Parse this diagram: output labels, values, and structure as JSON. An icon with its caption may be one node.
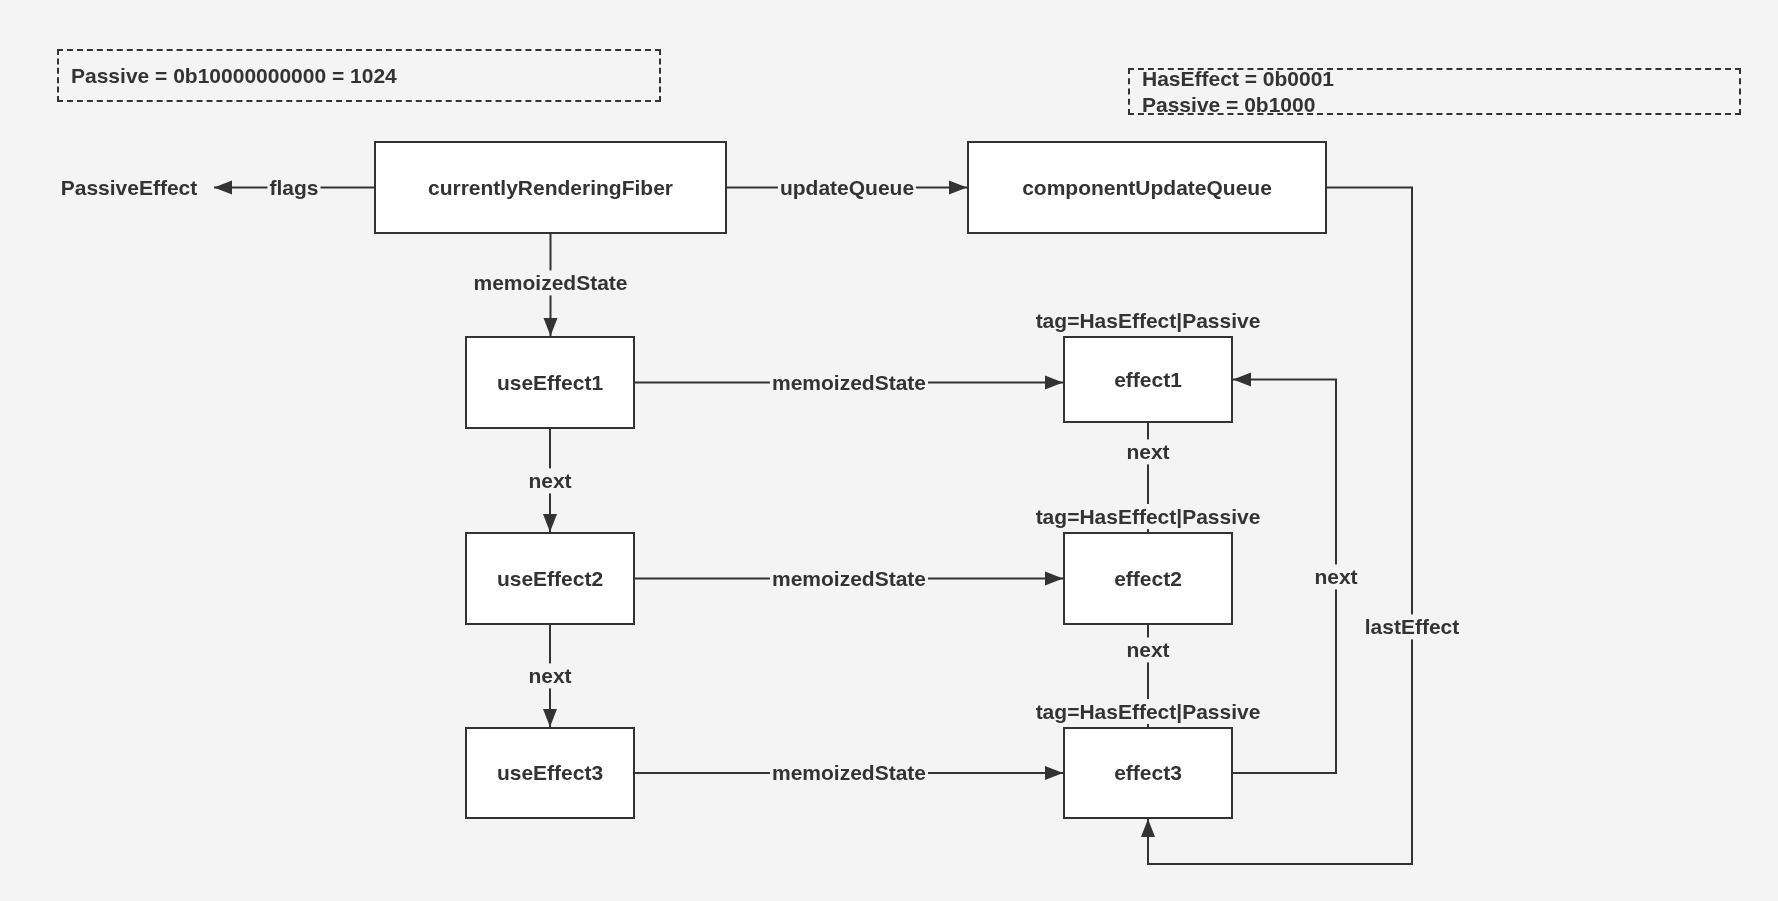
{
  "diagram": {
    "nodes": [
      {
        "text": [
          "Passive = 0b10000000000 = 1024"
        ]
      },
      {
        "text": [
          "HasEffect = 0b0001",
          "Passive = 0b1000"
        ]
      },
      {
        "text": [
          "PassiveEffect"
        ]
      },
      {
        "text": [
          "currentlyRenderingFiber"
        ]
      },
      {
        "text": [
          "componentUpdateQueue"
        ]
      },
      {
        "text": [
          "useEffect1"
        ]
      },
      {
        "text": [
          "effect1"
        ],
        "beside": [
          "tag=HasEffect|Passive"
        ]
      },
      {
        "text": [
          "useEffect2"
        ]
      },
      {
        "text": [
          "effect2"
        ],
        "beside": [
          "tag=HasEffect|Passive"
        ]
      },
      {
        "text": [
          "useEffect3"
        ]
      },
      {
        "text": [
          "effect3"
        ],
        "beside": [
          "tag=HasEffect|Passive"
        ]
      }
    ],
    "edges": [
      {
        "from": 3,
        "to": 2,
        "arrow": "to",
        "label": "flags"
      },
      {
        "from": 3,
        "to": 4,
        "arrow": "to",
        "label": "updateQueue"
      },
      {
        "from": 3,
        "to": 5,
        "arrow": "to",
        "label": "memoizedState"
      },
      {
        "from": 5,
        "to": 6,
        "arrow": "to",
        "label": "memoizedState"
      },
      {
        "from": 5,
        "to": 7,
        "arrow": "to",
        "label": "next"
      },
      {
        "from": 6,
        "to": 8,
        "arrow": "to",
        "label": "next"
      },
      {
        "from": 7,
        "to": 8,
        "arrow": "to",
        "label": "memoizedState"
      },
      {
        "from": 7,
        "to": 9,
        "arrow": "to",
        "label": "next"
      },
      {
        "from": 8,
        "to": 10,
        "arrow": "to",
        "label": "next"
      },
      {
        "from": 9,
        "to": 10,
        "arrow": "to",
        "label": "memoizedState"
      },
      {
        "from": 10,
        "to": 6,
        "arrow": "to",
        "label": "next"
      },
      {
        "from": 4,
        "to": 10,
        "arrow": "to",
        "label": "lastEffect"
      }
    ]
  }
}
